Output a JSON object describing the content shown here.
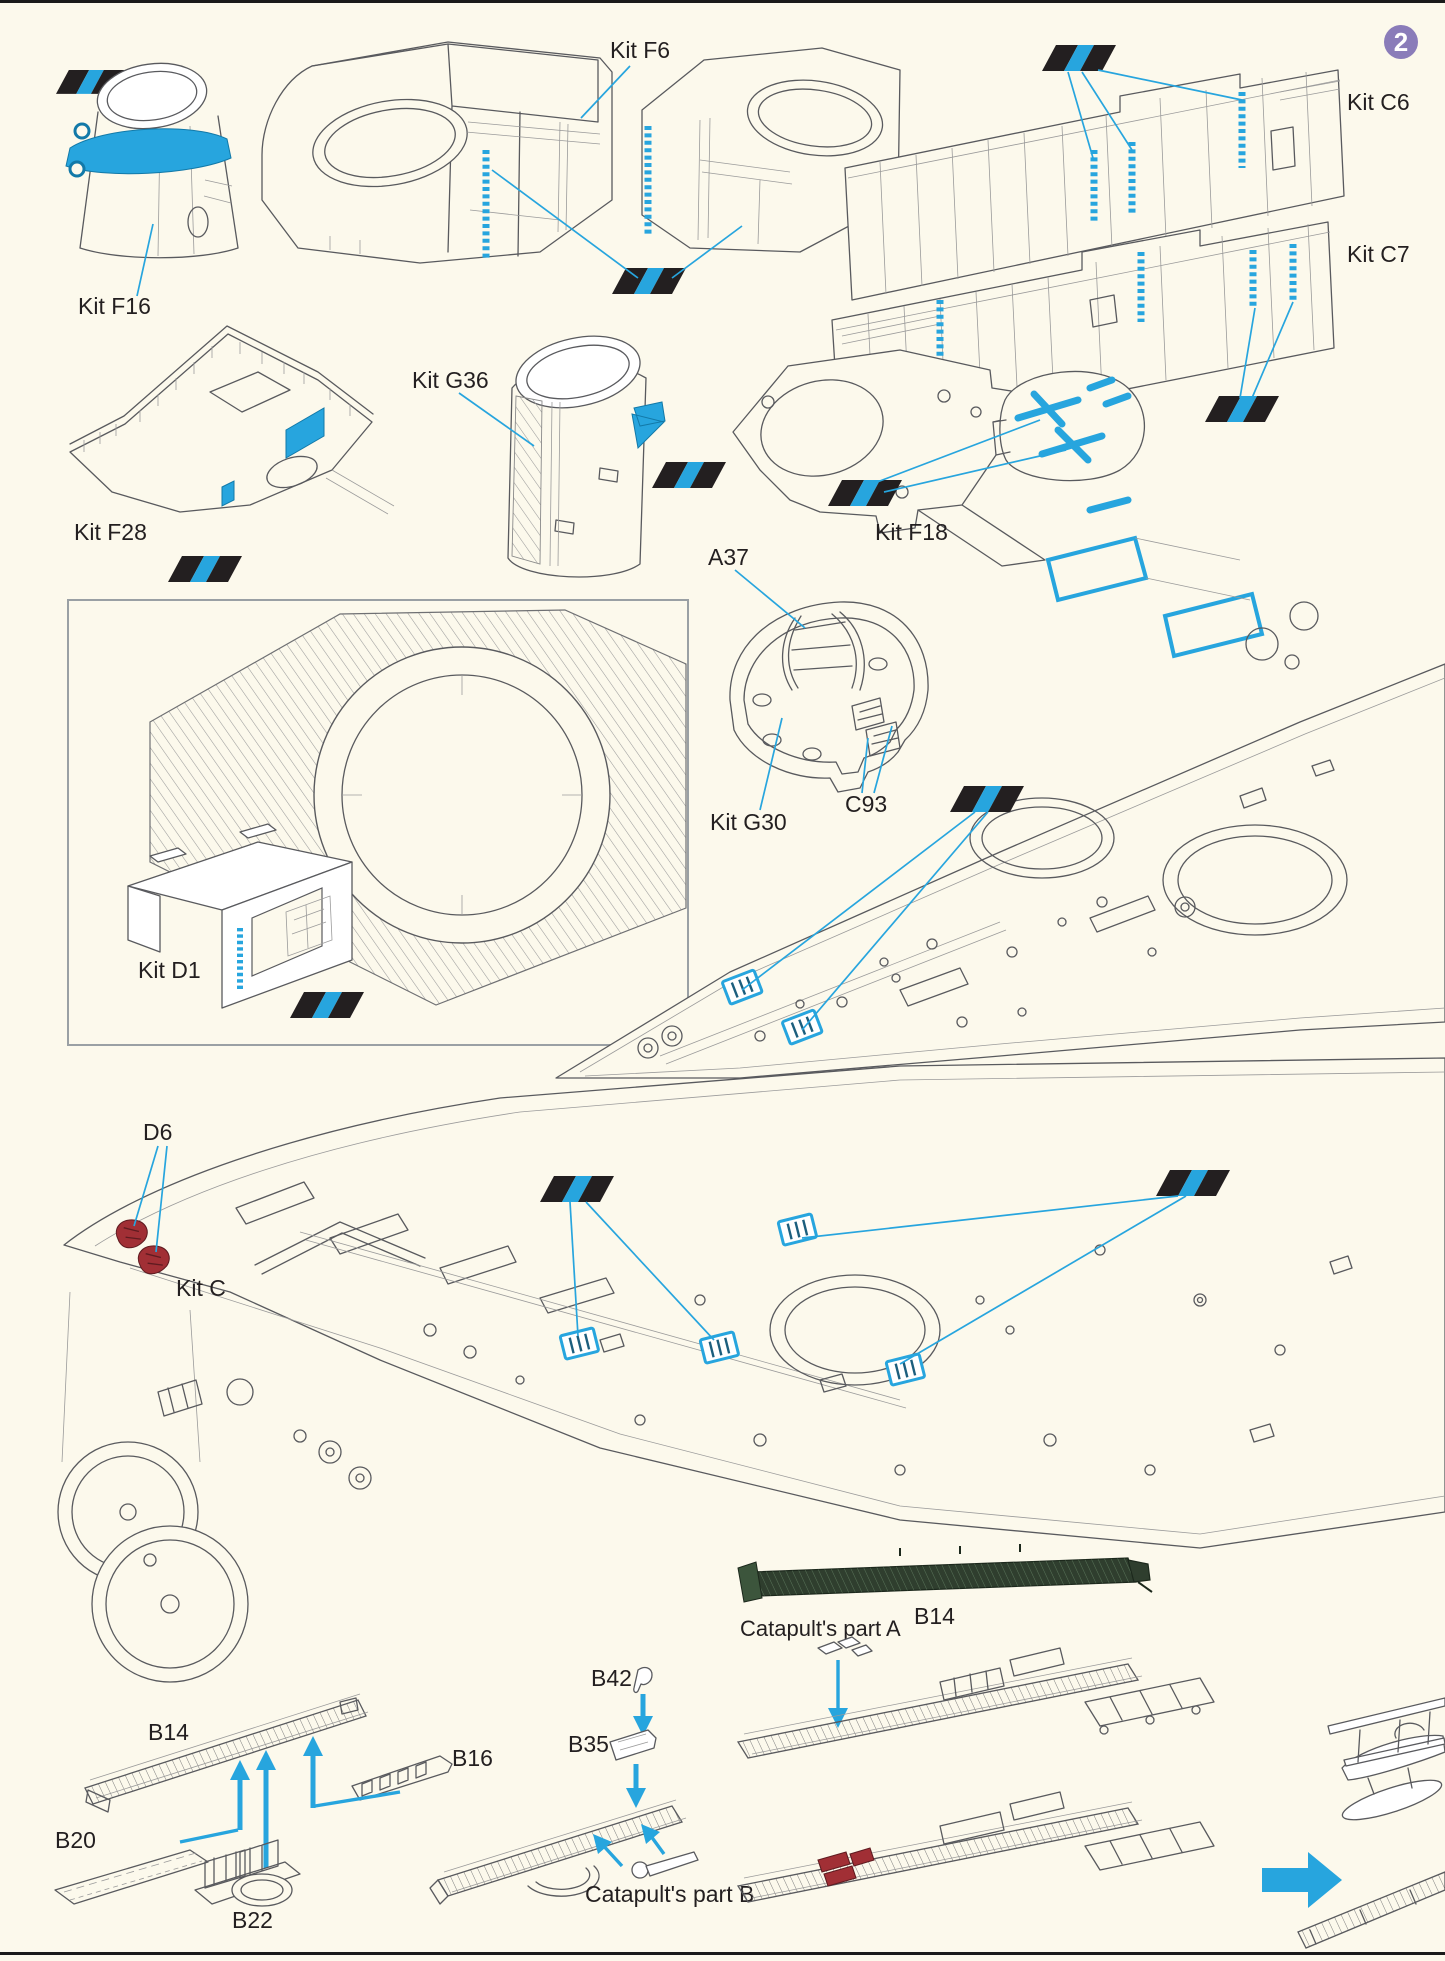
{
  "page": {
    "number": "2"
  },
  "colors": {
    "accent_blue": "#27a5de",
    "stripe_black": "#231f20",
    "badge_purple": "#8a7cb9",
    "part_red": "#a12f35",
    "crane_green": "#2f3e2e",
    "page_bg": "#fcf9ec",
    "line": "#595a5e"
  },
  "icons": {
    "pe_stripe": "black-blue diagonal striped parallelogram marking photo-etch placement",
    "flow_arrow": "thick solid blue arrow pointing right (assembly step)",
    "leader_arrow": "solid blue arrow showing where a part attaches"
  },
  "labels": {
    "kit_f6": "Kit F6",
    "kit_f16": "Kit F16",
    "kit_c6": "Kit C6",
    "kit_c7": "Kit C7",
    "kit_f28": "Kit F28",
    "kit_g36": "Kit G36",
    "kit_f18": "Kit F18",
    "a37": "A37",
    "kit_g30": "Kit G30",
    "c93": "C93",
    "kit_d1": "Kit D1",
    "d6": "D6",
    "kit_c": "Kit C",
    "b14_crane": "B14",
    "catapult_part_a": "Catapult's part A",
    "b42": "B42",
    "b35": "B35",
    "b16": "B16",
    "b14_beam": "B14",
    "b20": "B20",
    "b22": "B22",
    "catapult_part_b": "Catapult's part B"
  }
}
